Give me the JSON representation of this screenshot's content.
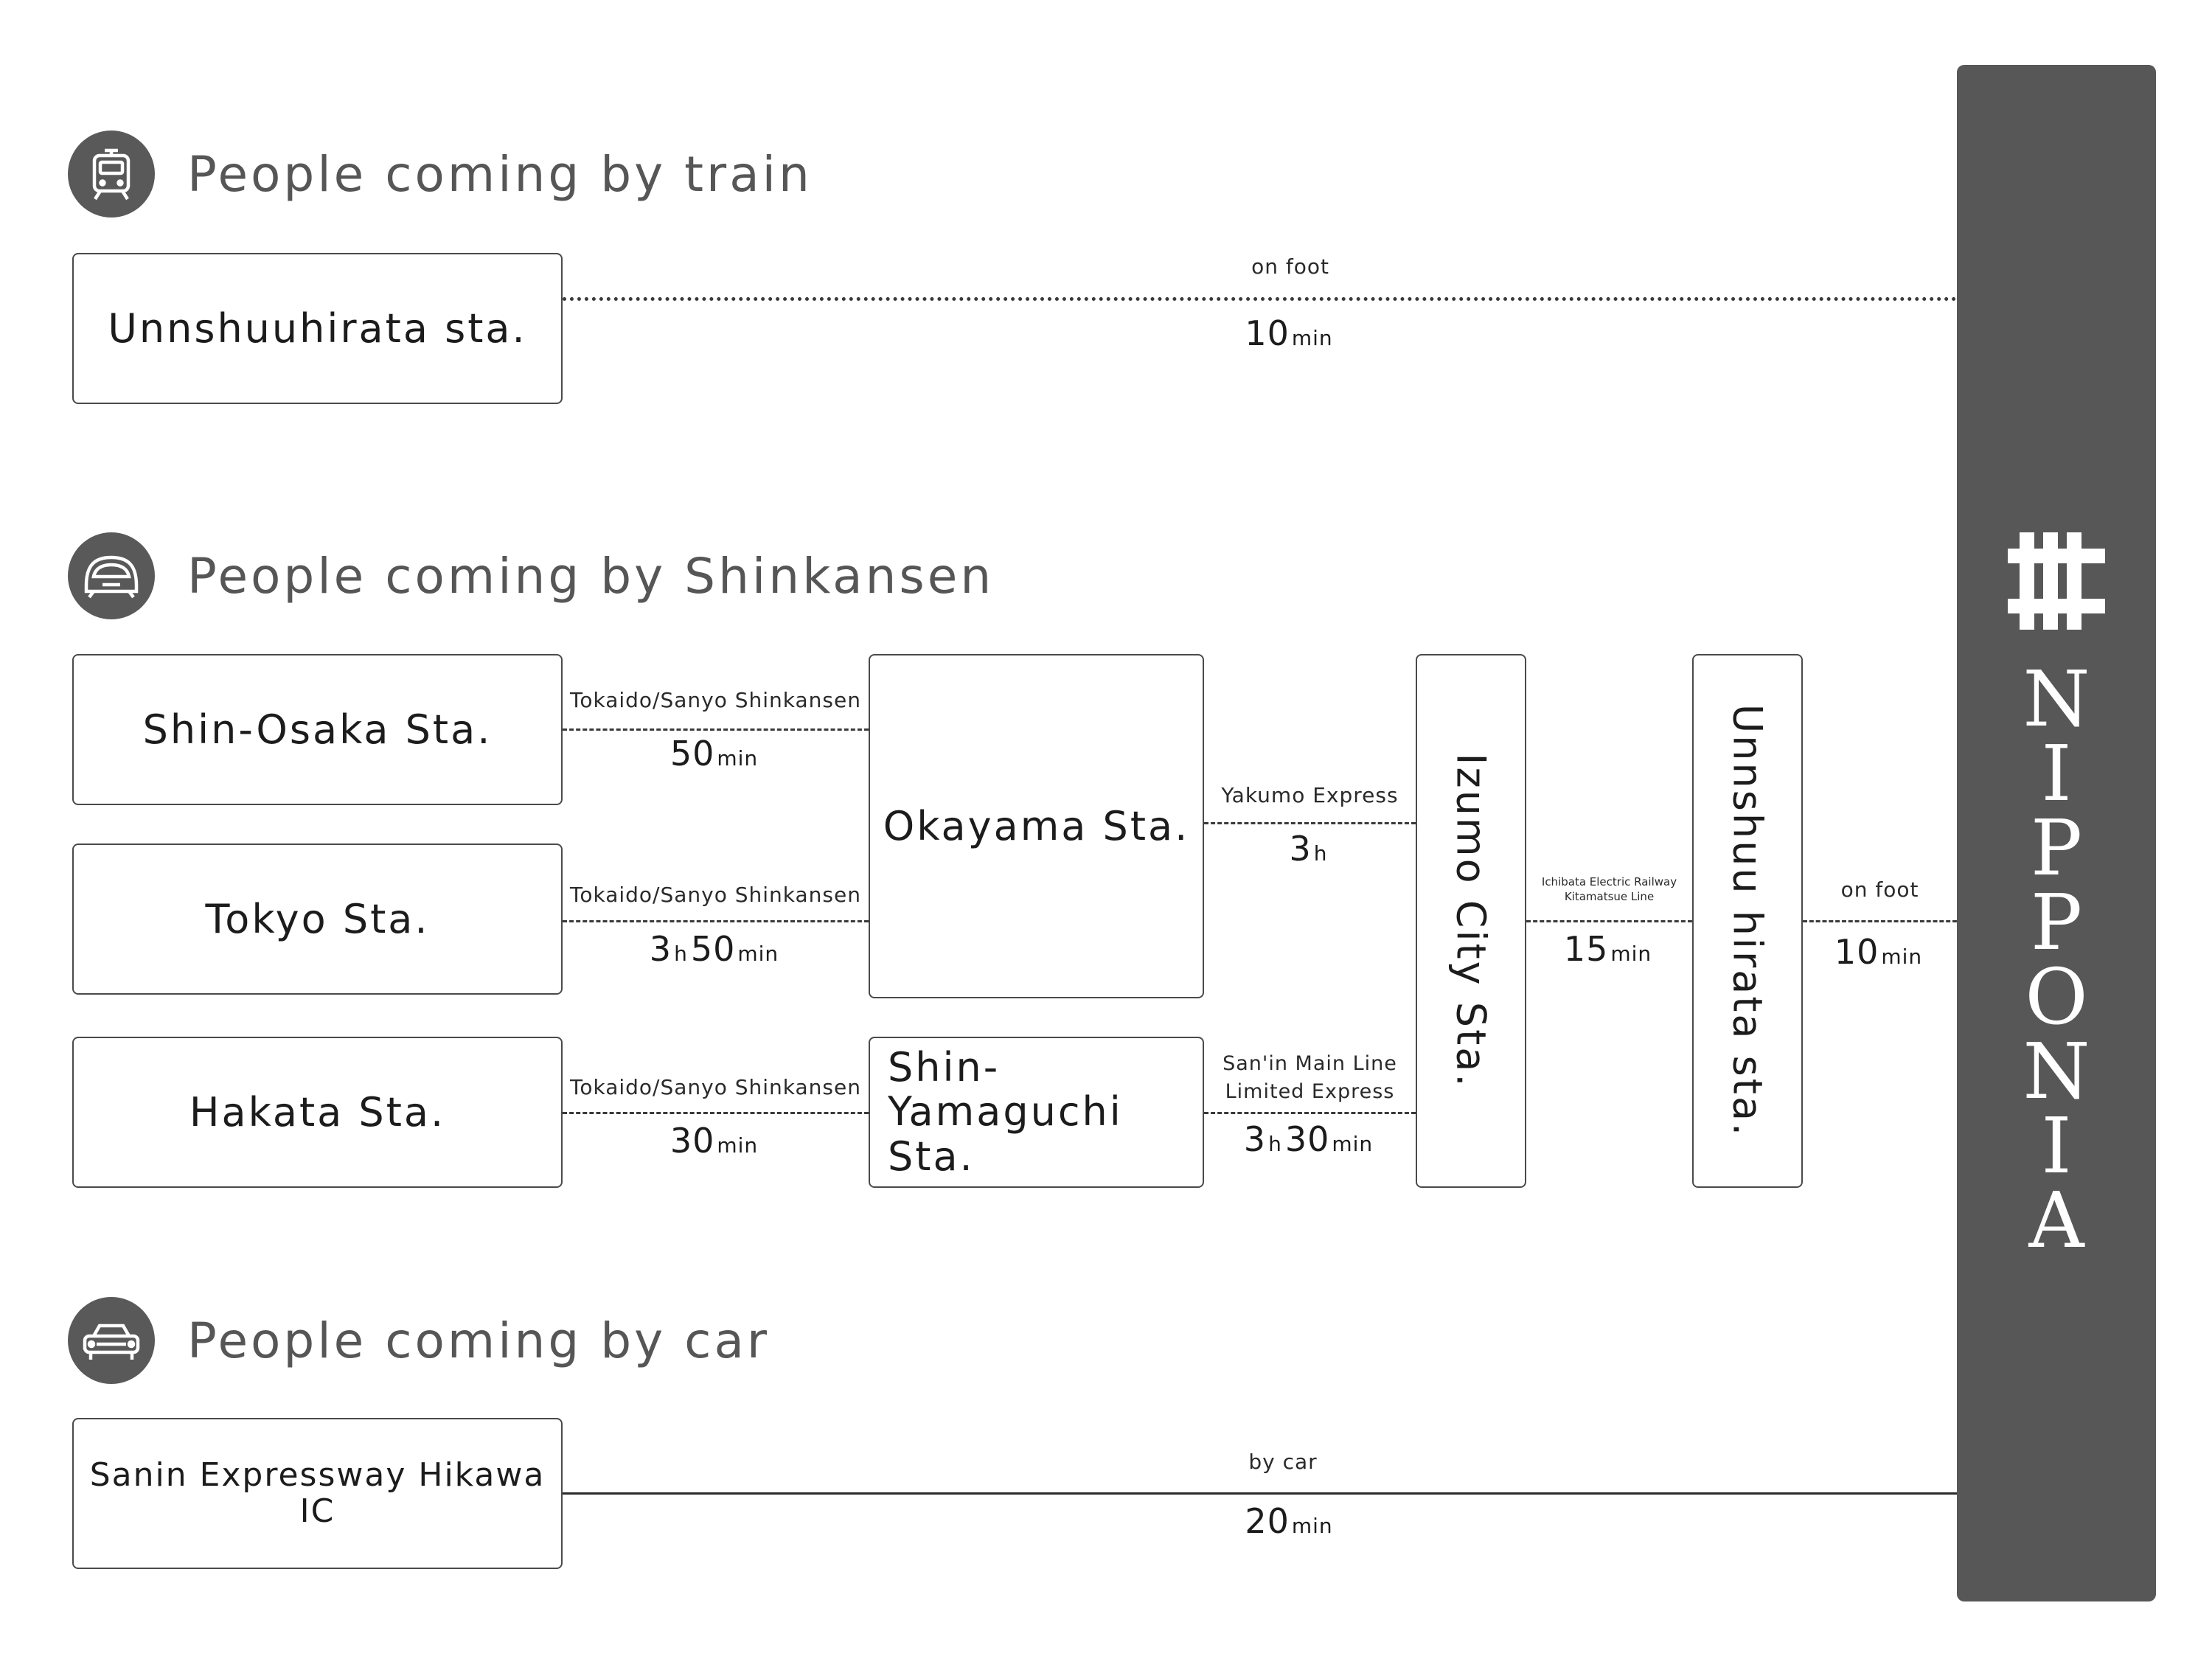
{
  "train": {
    "heading": "People coming by train",
    "station": "Unnshuuhirata sta.",
    "route": "on foot",
    "time": {
      "value": "10",
      "unit": "min"
    }
  },
  "shinkansen": {
    "heading": "People coming by Shinkansen",
    "origins": [
      {
        "name": "Shin-Osaka Sta.",
        "route": "Tokaido/Sanyo Shinkansen",
        "hours": "",
        "hours_unit": "",
        "minutes": "50",
        "minutes_unit": "min"
      },
      {
        "name": "Tokyo Sta.",
        "route": "Tokaido/Sanyo Shinkansen",
        "hours": "3",
        "hours_unit": "h",
        "minutes": "50",
        "minutes_unit": "min"
      },
      {
        "name": "Hakata Sta.",
        "route": "Tokaido/Sanyo Shinkansen",
        "hours": "",
        "hours_unit": "",
        "minutes": "30",
        "minutes_unit": "min"
      }
    ],
    "okayama": {
      "name": "Okayama Sta.",
      "route": "Yakumo Express",
      "hours": "3",
      "hours_unit": "h"
    },
    "shin_yamaguchi": {
      "name": "Shin-\nYamaguchi Sta.",
      "route_line1": "San'in Main Line",
      "route_line2": "Limited Express",
      "hours": "3",
      "hours_unit": "h",
      "minutes": "30",
      "minutes_unit": "min"
    },
    "izumo": {
      "name": "Izumo City Sta.",
      "route_line1": "Ichibata Electric Railway",
      "route_line2": "Kitamatsue Line",
      "minutes": "15",
      "minutes_unit": "min"
    },
    "hirata": {
      "name": "Unnshuu hirata sta.",
      "route": "on foot",
      "minutes": "10",
      "minutes_unit": "min"
    }
  },
  "car": {
    "heading": "People coming by car",
    "origin": "Sanin Expressway Hikawa IC",
    "route": "by car",
    "time": {
      "value": "20",
      "unit": "min"
    }
  },
  "brand": {
    "name": "NIPPONIA",
    "letters": [
      "N",
      "I",
      "P",
      "P",
      "O",
      "N",
      "I",
      "A"
    ],
    "logo": "well-crest-logo"
  },
  "icons": {
    "train": "train-icon",
    "shinkansen": "shinkansen-icon",
    "car": "car-icon"
  },
  "colors": {
    "banner": "#575757",
    "icon_circle": "#595959",
    "heading": "#565656",
    "box_border": "#4a4a4a"
  }
}
